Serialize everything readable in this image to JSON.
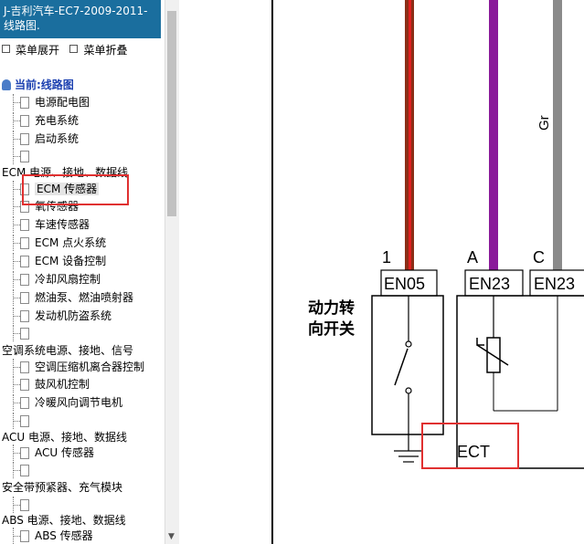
{
  "window": {
    "title": "J-吉利汽车-EC7-2009-2011- 线路图."
  },
  "menu": {
    "expand_label": "菜单展开",
    "collapse_label": "菜单折叠"
  },
  "tree": {
    "current_label": "当前:线路图",
    "rows": [
      {
        "text": "电源配电图",
        "type": "item"
      },
      {
        "text": "充电系统",
        "type": "item"
      },
      {
        "text": "启动系统",
        "type": "item"
      },
      {
        "text": "",
        "type": "item"
      },
      {
        "text": "ECM 电源、接地、数据线",
        "type": "section"
      },
      {
        "text": "ECM 传感器",
        "type": "item",
        "selected": true
      },
      {
        "text": "氧传感器",
        "type": "item"
      },
      {
        "text": "车速传感器",
        "type": "item"
      },
      {
        "text": "ECM 点火系统",
        "type": "item"
      },
      {
        "text": "ECM 设备控制",
        "type": "item"
      },
      {
        "text": "冷却风扇控制",
        "type": "item"
      },
      {
        "text": "燃油泵、燃油喷射器",
        "type": "item"
      },
      {
        "text": "发动机防盗系统",
        "type": "item"
      },
      {
        "text": "",
        "type": "item"
      },
      {
        "text": "空调系统电源、接地、信号",
        "type": "section"
      },
      {
        "text": "空调压缩机离合器控制",
        "type": "item"
      },
      {
        "text": "鼓风机控制",
        "type": "item"
      },
      {
        "text": "冷暖风向调节电机",
        "type": "item"
      },
      {
        "text": "",
        "type": "item"
      },
      {
        "text": "ACU 电源、接地、数据线",
        "type": "section"
      },
      {
        "text": "ACU 传感器",
        "type": "item"
      },
      {
        "text": "",
        "type": "item"
      },
      {
        "text": "安全带预紧器、充气模块",
        "type": "section"
      },
      {
        "text": "",
        "type": "item"
      },
      {
        "text": "ABS 电源、接地、数据线",
        "type": "section"
      },
      {
        "text": "ABS 传感器",
        "type": "item"
      }
    ]
  },
  "diagram": {
    "pins": [
      "1",
      "A",
      "C"
    ],
    "connectors": [
      "EN05",
      "EN23",
      "EN23"
    ],
    "wire_label": "Gr",
    "switch_label_line1": "动力转",
    "switch_label_line2": "向开关",
    "sensor_label": "ECT"
  },
  "colors": {
    "title_bar": "#1a6e9e",
    "highlight": "#e03030",
    "wire_brown": "#8b2e17",
    "wire_red": "#e02020",
    "wire_purple": "#8a1a9a",
    "wire_gray": "#8a8a8a"
  }
}
